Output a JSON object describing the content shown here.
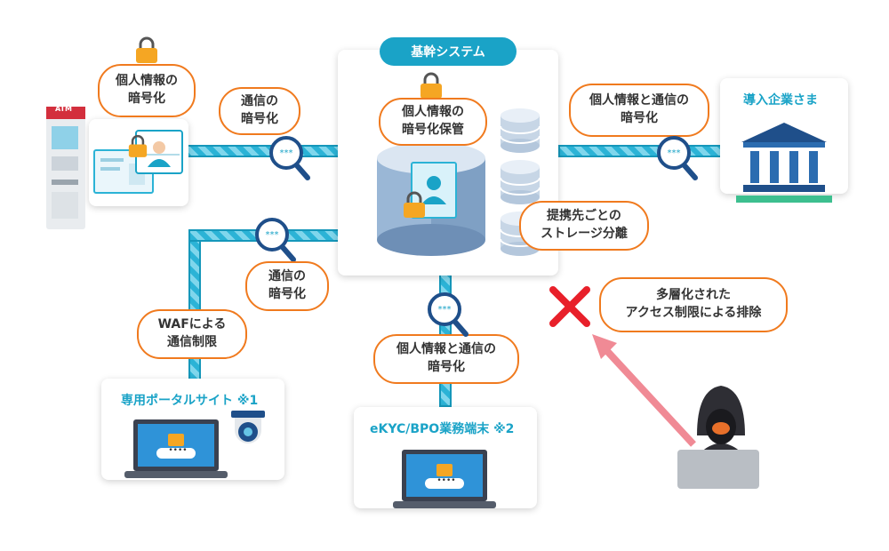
{
  "system_title": "基幹システム",
  "bubbles": {
    "personal_info_enc": "個人情報の\n暗号化",
    "comm_enc_top": "通信の\n暗号化",
    "storage_enc": "個人情報の\n暗号化保管",
    "info_comm_enc_right": "個人情報と通信の\n暗号化",
    "partner_storage": "提携先ごとの\nストレージ分離",
    "comm_enc_mid": "通信の\n暗号化",
    "waf": "WAFによる\n通信制限",
    "info_comm_enc_bottom": "個人情報と通信の\n暗号化",
    "multilayer": "多層化された\nアクセス制限による排除"
  },
  "labels": {
    "client": "導入企業さま",
    "portal": "専用ポータルサイト ※1",
    "ekyc": "eKYC/BPO業務端末 ※2",
    "atm_sign": "ATM",
    "password_dots": "••••"
  },
  "colors": {
    "accent": "#1aa3c7",
    "bubble_border": "#f07a1e",
    "lock": "#f5a623",
    "cross": "#e8202a",
    "attack_arrow": "#f08a95"
  },
  "icons": [
    "lock-icon",
    "magnifier-icon",
    "database-icon",
    "bank-icon",
    "laptop-icon",
    "camera-icon",
    "atm-icon",
    "hacker-icon",
    "cross-icon"
  ]
}
